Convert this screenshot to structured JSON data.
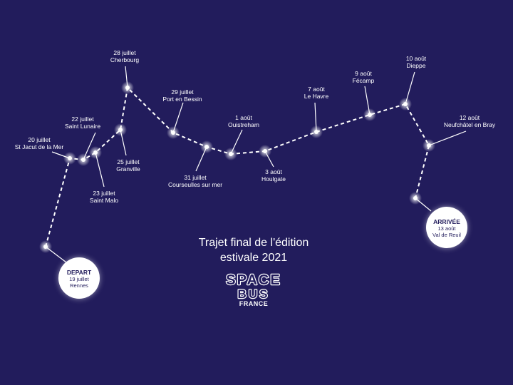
{
  "title": {
    "line1": "Trajet final de l'édition",
    "line2": "estivale 2021"
  },
  "logo": {
    "top": "SPACE",
    "bottom": "BUS",
    "sub": "FRANCE"
  },
  "start": {
    "label": "DEPART",
    "date": "19 juillet",
    "place": "Rennes"
  },
  "end": {
    "label": "ARRIVÉE",
    "date": "13 août",
    "place": "Val de Reuil"
  },
  "stops": [
    {
      "date": "20 juillet",
      "place": "St Jacut de la Mer"
    },
    {
      "date": "22 juillet",
      "place": "Saint Lunaire"
    },
    {
      "date": "23 juillet",
      "place": "Saint Malo"
    },
    {
      "date": "25 juillet",
      "place": "Granville"
    },
    {
      "date": "28 juillet",
      "place": "Cherbourg"
    },
    {
      "date": "29 juillet",
      "place": "Port en Bessin"
    },
    {
      "date": "31 juillet",
      "place": "Courseulles sur mer"
    },
    {
      "date": "1 août",
      "place": "Ouistreham"
    },
    {
      "date": "3 août",
      "place": "Houlgate"
    },
    {
      "date": "7 août",
      "place": "Le Havre"
    },
    {
      "date": "9 août",
      "place": "Fécamp"
    },
    {
      "date": "10 août",
      "place": "Dieppe"
    },
    {
      "date": "12 août",
      "place": "Neufchâtel en Bray"
    }
  ],
  "colors": {
    "background": "#221c5c",
    "route": "#ffffff",
    "badge": "#ffffff"
  }
}
